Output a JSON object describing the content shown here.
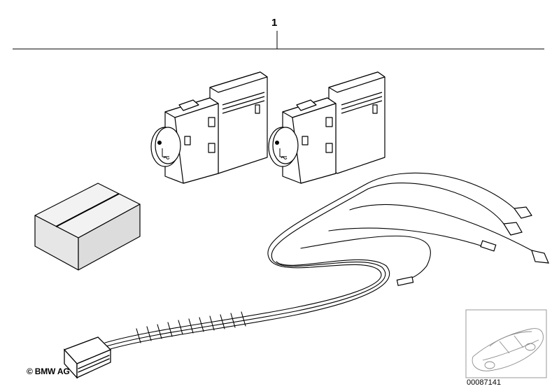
{
  "diagram": {
    "callout_number": "1",
    "copyright_symbol": "©",
    "copyright_brand": "BMW AG",
    "document_number": "00087141"
  },
  "parts": [
    {
      "name": "seat-heating-switch-left",
      "icon": "seat-heater-icon"
    },
    {
      "name": "seat-heating-switch-right",
      "icon": "seat-heater-icon"
    },
    {
      "name": "wiring-harness",
      "icon": "wiring-harness-icon"
    },
    {
      "name": "installation-kit-box",
      "icon": "box-icon"
    },
    {
      "name": "vehicle-thumbnail",
      "icon": "car-icon"
    }
  ],
  "colors": {
    "line": "#000000",
    "switch_fill": "#ffffff",
    "box_shade": "#e6e6e6",
    "thumb_frame": "#9a9a9a"
  }
}
